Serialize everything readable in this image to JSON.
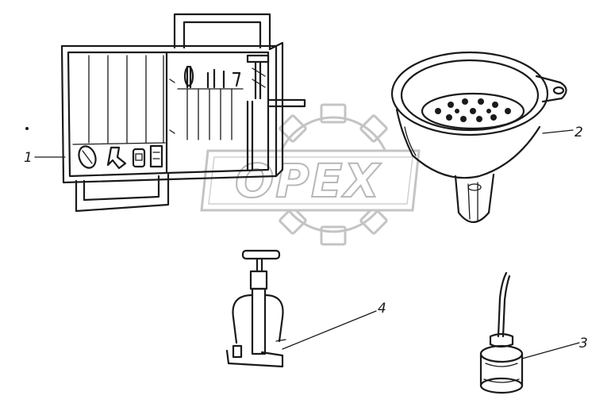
{
  "diagram": {
    "watermark": {
      "text": "OPEX"
    },
    "parts": [
      {
        "id": "1",
        "label": "1",
        "name": "tool-kit-box"
      },
      {
        "id": "2",
        "label": "2",
        "name": "funnel-with-strainer"
      },
      {
        "id": "3",
        "label": "3",
        "name": "oil-can"
      },
      {
        "id": "4",
        "label": "4",
        "name": "tire-pump"
      }
    ]
  }
}
